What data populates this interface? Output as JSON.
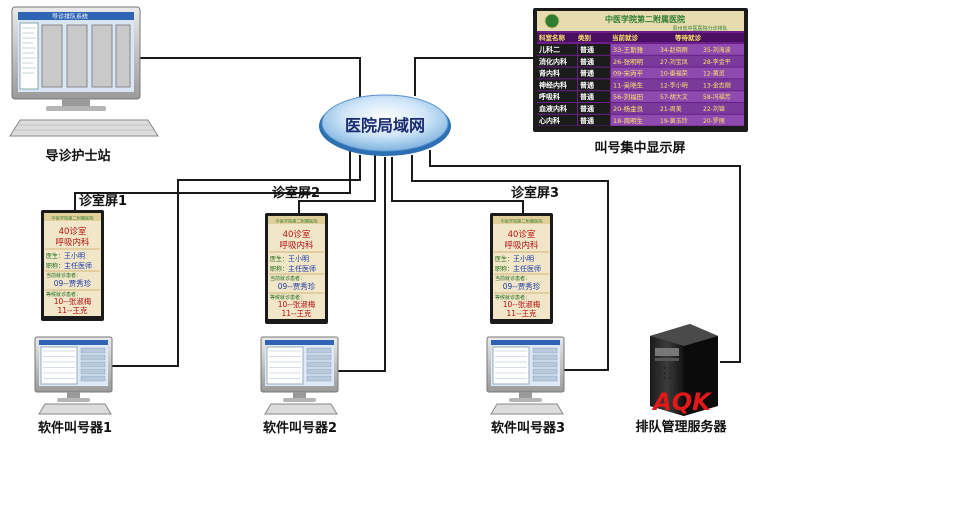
{
  "hub": {
    "label": "医院局域网"
  },
  "nurse_station": {
    "label": "导诊护士站",
    "window_title": "导诊排队系统"
  },
  "central_display": {
    "label": "叫号集中显示屏",
    "header_title": "中医学院第二附属医院",
    "header_subtitle": "贵州省中医医院分诊排队",
    "columns": [
      "科室名称",
      "类别",
      "当前就诊",
      "等待就诊"
    ],
    "rows": [
      [
        "儿科二",
        "普通",
        "33-王斯雅",
        "34-赵晓雨",
        "35-刘海波"
      ],
      [
        "消化内科",
        "普通",
        "26-张明明",
        "27-刘宝凤",
        "28-李金平"
      ],
      [
        "肾内科",
        "普通",
        "09-宋丙平",
        "10-秦福荣",
        "12-黄灵"
      ],
      [
        "神经内科",
        "普通",
        "11-吴晓生",
        "12-李小明",
        "13-金志刚"
      ],
      [
        "呼吸科",
        "普通",
        "56-刘福田",
        "57-胡大文",
        "58-冯福芳"
      ],
      [
        "血液内科",
        "普通",
        "20-杨金良",
        "21-周美",
        "22-刘锦"
      ],
      [
        "心内科",
        "普通",
        "18-周明生",
        "19-黄玉玲",
        "20-罗丽"
      ]
    ]
  },
  "room_screens": [
    {
      "label": "诊室屏1",
      "header": "中医学院第二附属医院",
      "room": "40诊室",
      "dept": "呼吸内科",
      "doctor_label": "医生：",
      "doctor": "王小明",
      "title_label": "职称：",
      "title": "主任医师",
      "current_label": "当前就诊患者：",
      "current": "09--贾秀珍",
      "waiting_label": "等候就诊患者：",
      "waiting": [
        "10--张淑梅",
        "11--王克"
      ]
    },
    {
      "label": "诊室屏2",
      "header": "中医学院第二附属医院",
      "room": "40诊室",
      "dept": "呼吸内科",
      "doctor_label": "医生：",
      "doctor": "王小明",
      "title_label": "职称：",
      "title": "主任医师",
      "current_label": "当前就诊患者：",
      "current": "09--贾秀珍",
      "waiting_label": "等候就诊患者：",
      "waiting": [
        "10--张淑梅",
        "11--王克"
      ]
    },
    {
      "label": "诊室屏3",
      "header": "中医学院第二附属医院",
      "room": "40诊室",
      "dept": "呼吸内科",
      "doctor_label": "医生：",
      "doctor": "王小明",
      "title_label": "职称：",
      "title": "主任医师",
      "current_label": "当前就诊患者：",
      "current": "09--贾秀珍",
      "waiting_label": "等候就诊患者：",
      "waiting": [
        "10--张淑梅",
        "11--王克"
      ]
    }
  ],
  "callers": [
    {
      "label": "软件叫号器1"
    },
    {
      "label": "软件叫号器2"
    },
    {
      "label": "软件叫号器3"
    }
  ],
  "server": {
    "label": "排队管理服务器",
    "watermark": "AQK"
  },
  "colors": {
    "line": "#1a1a1a",
    "hub_fill": "#cfe5f8",
    "hub_text": "#1a2a6e",
    "display_bg": "#6b1e8a",
    "display_header": "#e7dcb0",
    "room_bg": "#f2e6c8",
    "room_text": "#b21212",
    "room_blue": "#1a3aa8",
    "watermark": "#e01818"
  }
}
